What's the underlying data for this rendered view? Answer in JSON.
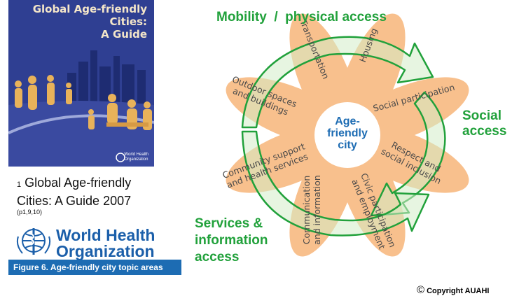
{
  "book": {
    "title_lines": [
      "Global Age-friendly Cities:",
      "A Guide"
    ],
    "publisher_small": [
      "World Health",
      "Organization"
    ]
  },
  "caption": {
    "number": "1",
    "text": " Global Age-friendly Cities: A Guide 2007",
    "pages": "(p1,9,10)"
  },
  "who_logo": {
    "lines": [
      "World Health",
      "Organization"
    ]
  },
  "figure_caption": "Figure 6. Age-friendly city topic areas",
  "diagram": {
    "center": [
      "Age-",
      "friendly",
      "city"
    ],
    "petals": [
      {
        "lines": [
          "Transportation"
        ]
      },
      {
        "lines": [
          "Housing"
        ]
      },
      {
        "lines": [
          "Social participation"
        ]
      },
      {
        "lines": [
          "Respect and",
          "social inclusion"
        ]
      },
      {
        "lines": [
          "Civic participation",
          "and employment"
        ]
      },
      {
        "lines": [
          "Communication",
          "and information"
        ]
      },
      {
        "lines": [
          "Community support",
          "and health services"
        ]
      },
      {
        "lines": [
          "Outdoor spaces",
          "and buildings"
        ]
      }
    ],
    "labels": {
      "mobility": "Mobility  /  physical access",
      "social_access": [
        "Social",
        "access"
      ],
      "services": [
        "Services &",
        "information",
        "access"
      ]
    },
    "colors": {
      "petal": "#f8c08d",
      "text": "#4a4a4a",
      "center_text": "#1d6cb3",
      "accent": "#21a13b"
    }
  },
  "copyright": {
    "symbol": "©",
    "text": "Copyright AUAHI"
  }
}
